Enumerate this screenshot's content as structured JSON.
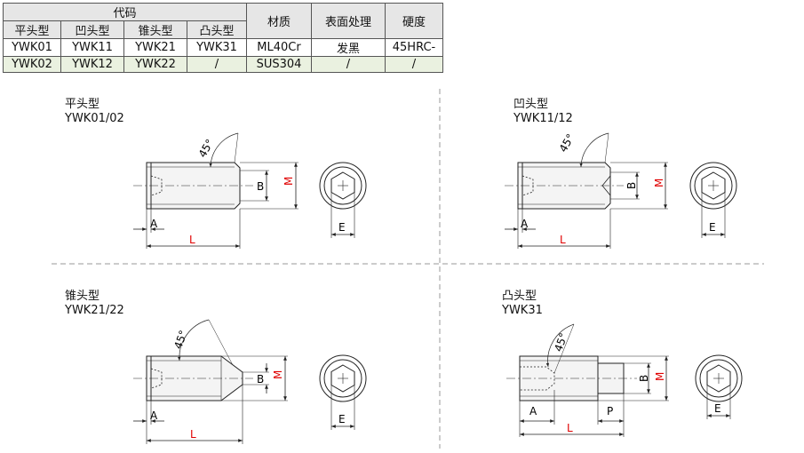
{
  "table": {
    "group_header": "代码",
    "sub_headers": [
      "平头型",
      "凹头型",
      "锥头型",
      "凸头型"
    ],
    "headers": [
      "材质",
      "表面处理",
      "硬度"
    ],
    "rows": [
      [
        "YWK01",
        "YWK11",
        "YWK21",
        "YWK31",
        "ML40Cr",
        "发黑",
        "45HRC-"
      ],
      [
        "YWK02",
        "YWK12",
        "YWK22",
        "/",
        "SUS304",
        "/",
        "/"
      ]
    ]
  },
  "panels": [
    {
      "title": "平头型",
      "code": "YWK01/02"
    },
    {
      "title": "凹头型",
      "code": "YWK11/12"
    },
    {
      "title": "锥头型",
      "code": "YWK21/22"
    },
    {
      "title": "凸头型",
      "code": "YWK31"
    }
  ],
  "dims": {
    "angle": "45°",
    "A": "A",
    "B": "B",
    "M": "M",
    "L": "L",
    "E": "E",
    "P": "P"
  },
  "colors": {
    "dim_red": "#e00000",
    "line": "#222222",
    "dash": "#999999",
    "header_bg": "#e6e6e6",
    "row_alt": "#eaf1e0"
  }
}
